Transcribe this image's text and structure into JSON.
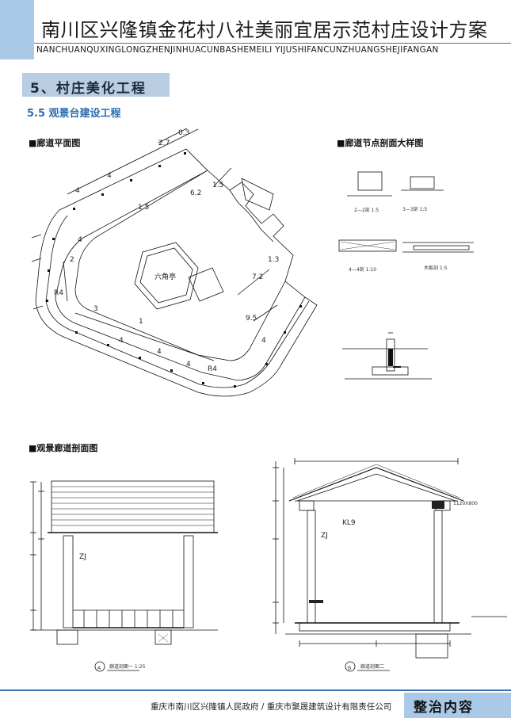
{
  "header": {
    "title": "南川区兴隆镇金花村八社美丽宜居示范村庄设计方案",
    "subtitle_en": "NANCHUANQUXINGLONGZHENJINHUACUNBASHEMEILI YIJUSHIFANCUNZHUANGSHEJIFANGAN"
  },
  "section": {
    "title": "5、村庄美化工程"
  },
  "subsection": {
    "title": "5.5  观景台建设工程"
  },
  "drawings": {
    "plan_label": "■廊道平面图",
    "detail_label": "■廊道节点剖面大样图",
    "section_label": "■观景廊道剖面图",
    "pavilion_text": "六角亭",
    "plan_dims": {
      "d27": "2.7",
      "d03": "0.3",
      "d4a": "4",
      "d4b": "4",
      "d15a": "1.5",
      "d62": "6.2",
      "d15b": "1.5",
      "d4c": "4",
      "d2": "2",
      "dr4a": "R4",
      "d13": "1.3",
      "d72": "7.2",
      "d95": "9.5",
      "d4d": "4",
      "d3": "3",
      "d1": "1",
      "d4e": "4",
      "d4f": "4",
      "d4g": "4",
      "dr4b": "R4"
    },
    "detail_scales": {
      "s22": "2—2剖 1:5",
      "s33": "3—3剖 1:5",
      "s44": "4—4剖 1:10",
      "s55": "木板剖 1:5"
    },
    "section_a": {
      "mark": "A",
      "caption": "廊道剖面一 1:25",
      "zj": "ZJ"
    },
    "section_b": {
      "mark": "B",
      "caption": "廊道剖面二",
      "zj": "ZJ",
      "kl9": "KL9",
      "beam": "1120X800"
    }
  },
  "footer": {
    "credit": "重庆市南川区兴隆镇人民政府 / 重庆市聚晟建筑设计有限责任公司",
    "tag": "整治内容"
  },
  "colors": {
    "accent": "#a9c9e6",
    "section_bar": "#b9cde2",
    "rule": "#3a6fb0",
    "subsection": "#2b6cb0"
  }
}
